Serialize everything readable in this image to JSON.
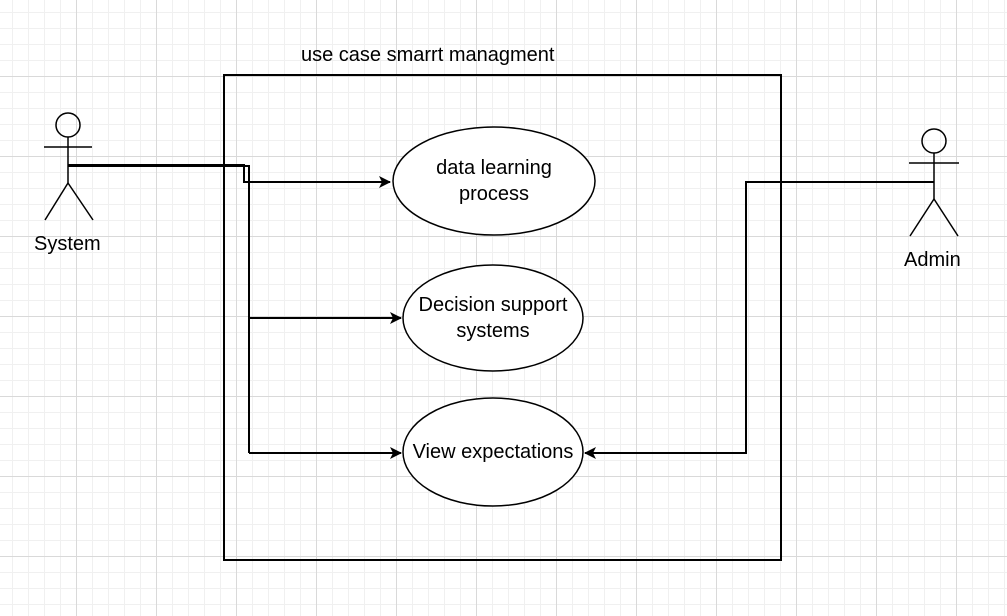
{
  "diagram": {
    "title": "use case  smarrt managment",
    "actors": {
      "system": {
        "label": "System",
        "icon": "stick-figure-actor-icon"
      },
      "admin": {
        "label": "Admin",
        "icon": "stick-figure-actor-icon"
      }
    },
    "use_cases": {
      "data_learning": {
        "line1": "data learning",
        "line2": "process"
      },
      "decision_support": {
        "line1": "Decision support",
        "line2": "systems"
      },
      "view_expectations": {
        "label": "View expectations"
      }
    },
    "relations": [
      {
        "from": "System",
        "to": "data learning process"
      },
      {
        "from": "System",
        "to": "Decision support systems"
      },
      {
        "from": "System",
        "to": "View expectations"
      },
      {
        "from": "Admin",
        "to": "View expectations"
      }
    ],
    "colors": {
      "stroke": "#000000",
      "grid_major": "#d9d9d9",
      "grid_minor": "#f0f0f0",
      "background": "#ffffff"
    }
  }
}
